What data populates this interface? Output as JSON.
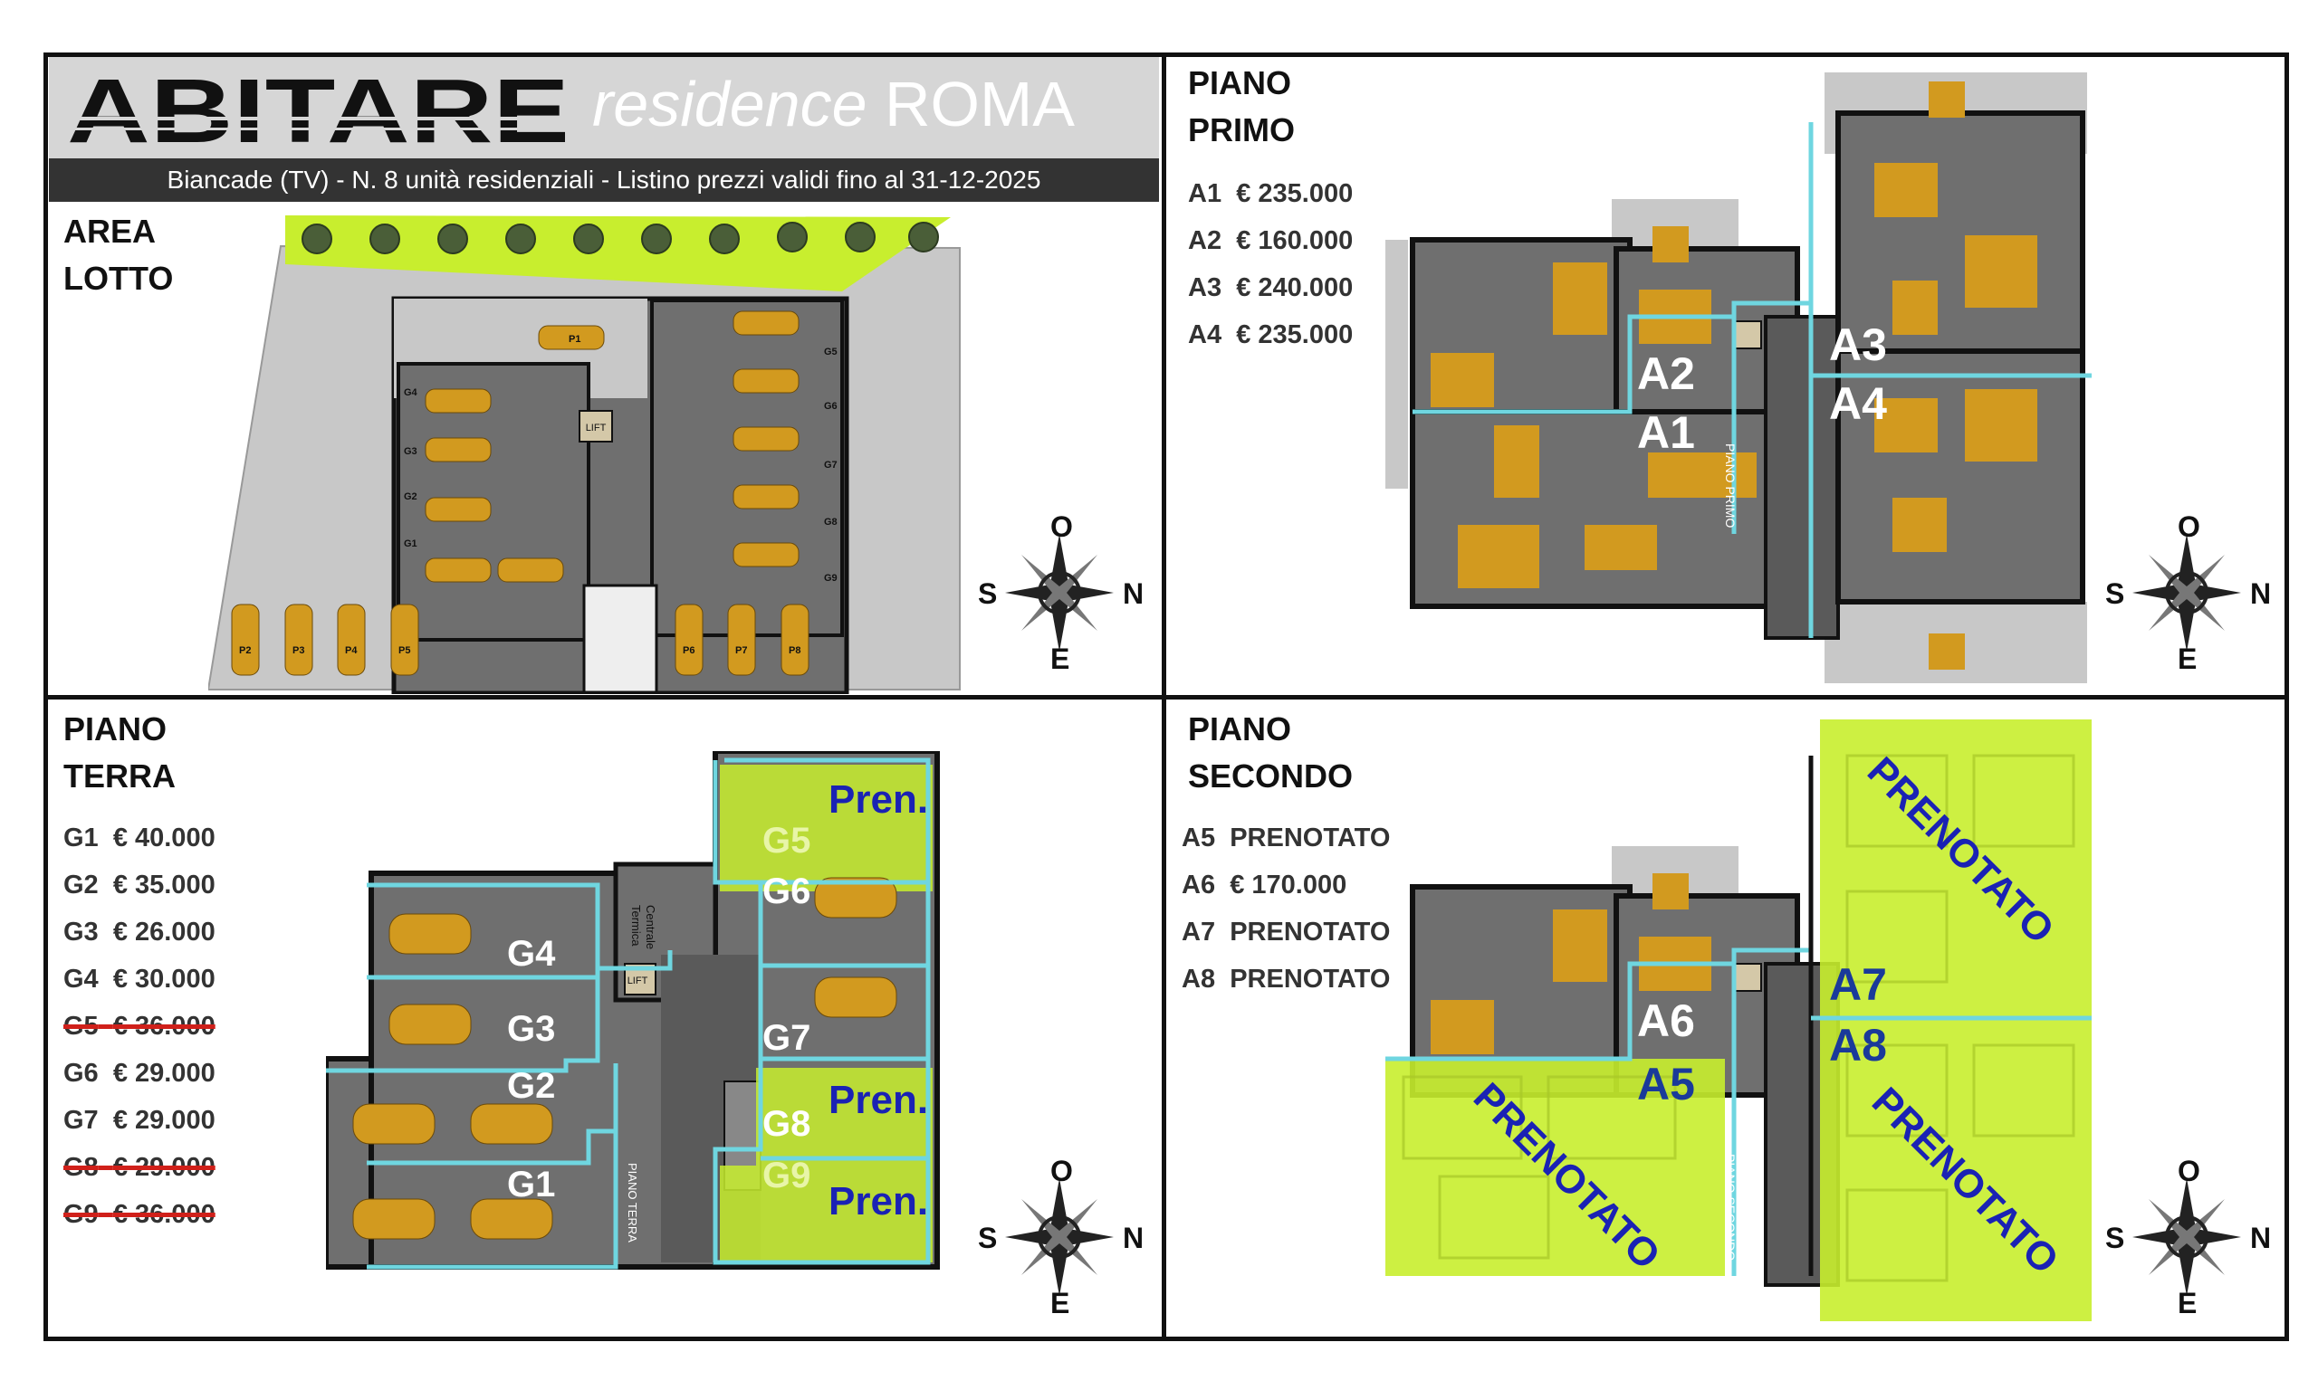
{
  "header": {
    "logo_text": "ABITARE",
    "subtitle_italic": "residence",
    "subtitle_city": "ROMA",
    "info": "Biancade (TV) - N. 8 unità residenziali  - Listino prezzi validi fino al 31-12-2025"
  },
  "area_lotto": {
    "title_line1": "AREA",
    "title_line2": "LOTTO",
    "labels": {
      "lift": "LIFT",
      "p1": "P1",
      "p2": "P2",
      "p3": "P3",
      "p4": "P4",
      "p5": "P5",
      "p6": "P6",
      "p7": "P7",
      "p8": "P8",
      "g1": "G1",
      "g2": "G2",
      "g3": "G3",
      "g4": "G4",
      "g5": "G5",
      "g6": "G6",
      "g7": "G7",
      "g8": "G8",
      "g9": "G9"
    }
  },
  "piano_primo": {
    "title_line1": "PIANO",
    "title_line2": "PRIMO",
    "prices": [
      {
        "unit": "A1",
        "price": "€ 235.000"
      },
      {
        "unit": "A2",
        "price": "€ 160.000"
      },
      {
        "unit": "A3",
        "price": "€ 240.000"
      },
      {
        "unit": "A4",
        "price": "€ 235.000"
      }
    ],
    "units": {
      "a1": "A1",
      "a2": "A2",
      "a3": "A3",
      "a4": "A4"
    },
    "stair_label": "PIANO PRIMO"
  },
  "piano_terra": {
    "title_line1": "PIANO",
    "title_line2": "TERRA",
    "prices": [
      {
        "unit": "G1",
        "price": "€ 40.000",
        "struck": false
      },
      {
        "unit": "G2",
        "price": "€ 35.000",
        "struck": false
      },
      {
        "unit": "G3",
        "price": "€ 26.000",
        "struck": false
      },
      {
        "unit": "G4",
        "price": "€ 30.000",
        "struck": false
      },
      {
        "unit": "G5",
        "price": "€ 36.000",
        "struck": true
      },
      {
        "unit": "G6",
        "price": "€ 29.000",
        "struck": false
      },
      {
        "unit": "G7",
        "price": "€ 29.000",
        "struck": false
      },
      {
        "unit": "G8",
        "price": "€ 29.000",
        "struck": true
      },
      {
        "unit": "G9",
        "price": "€ 36.000",
        "struck": true
      }
    ],
    "units": {
      "g1": "G1",
      "g2": "G2",
      "g3": "G3",
      "g4": "G4",
      "g5": "G5",
      "g6": "G6",
      "g7": "G7",
      "g8": "G8",
      "g9": "G9"
    },
    "reserved_short": "Pren.",
    "lift": "LIFT",
    "stair_label": "PIANO TERRA",
    "boiler_label_1": "Centrale",
    "boiler_label_2": "Termica"
  },
  "piano_secondo": {
    "title_line1": "PIANO",
    "title_line2": "SECONDO",
    "prices": [
      {
        "unit": "A5",
        "price": "PRENOTATO"
      },
      {
        "unit": "A6",
        "price": "€ 170.000"
      },
      {
        "unit": "A7",
        "price": "PRENOTATO"
      },
      {
        "unit": "A8",
        "price": "PRENOTATO"
      }
    ],
    "units": {
      "a5": "A5",
      "a6": "A6",
      "a7": "A7",
      "a8": "A8"
    },
    "reserved": "PRENOTATO",
    "stair_label": "PIANO SECONDO"
  },
  "compass": {
    "north": "N",
    "south": "S",
    "east": "E",
    "west": "O"
  },
  "colors": {
    "frame": "#111111",
    "header_bg": "#d6d6d6",
    "info_bg": "#333333",
    "cyan_outline": "#6fd6e0",
    "reserved_fill": "#c8ee2e",
    "reserved_text": "#1a22b4",
    "strike": "#d0201a",
    "car": "#d29a1f",
    "wall": "#111111",
    "floor": "#6f6f6f"
  }
}
